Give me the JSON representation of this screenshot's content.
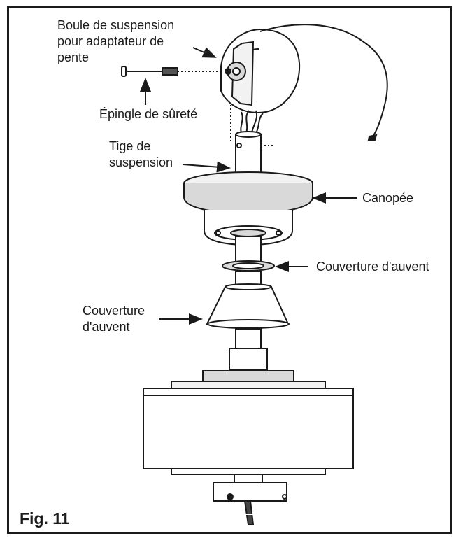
{
  "labels": {
    "hanger_ball_line1": "Boule de suspension",
    "hanger_ball_line2": "pour adaptateur de",
    "hanger_ball_line3": "pente",
    "safety_pin": "Épingle de sûreté",
    "downrod_line1": "Tige de",
    "downrod_line2": "suspension",
    "canopy": "Canopée",
    "canopy_cover_small": "Couverture d'auvent",
    "canopy_cover_large_line1": "Couverture",
    "canopy_cover_large_line2": "d'auvent"
  },
  "figure_label": "Fig. 11",
  "colors": {
    "line": "#1a1a1a",
    "shade": "#d9d9d9",
    "light": "#f2f2f2"
  }
}
